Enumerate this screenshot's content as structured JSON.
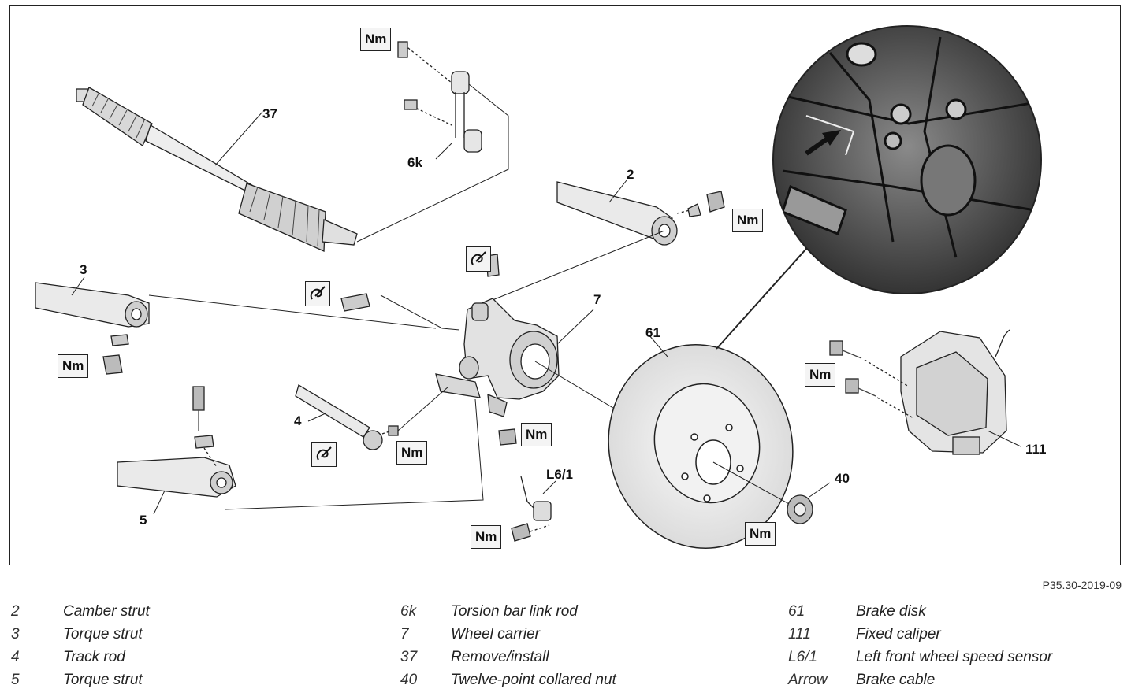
{
  "figure_id": "P35.30-2019-09",
  "torque_label": "Nm",
  "callouts": {
    "c2": "2",
    "c3": "3",
    "c4": "4",
    "c5": "5",
    "c6k": "6k",
    "c7": "7",
    "c37": "37",
    "c40": "40",
    "c61": "61",
    "c111": "111",
    "cL61": "L6/1"
  },
  "legend": {
    "col1": [
      {
        "num": "2",
        "text": "Camber strut"
      },
      {
        "num": "3",
        "text": "Torque strut"
      },
      {
        "num": "4",
        "text": "Track rod"
      },
      {
        "num": "5",
        "text": "Torque strut"
      }
    ],
    "col2": [
      {
        "num": "6k",
        "text": "Torsion bar link rod"
      },
      {
        "num": "7",
        "text": "Wheel carrier"
      },
      {
        "num": "37",
        "text": "Remove/install"
      },
      {
        "num": "40",
        "text": "Twelve-point collared nut"
      }
    ],
    "col3": [
      {
        "num": "61",
        "text": "Brake disk"
      },
      {
        "num": "111",
        "text": "Fixed caliper"
      },
      {
        "num": "L6/1",
        "text": "Left front wheel speed sensor"
      },
      {
        "num": "Arrow",
        "text": "Brake cable"
      }
    ]
  },
  "colors": {
    "line": "#222222",
    "part_fill": "#e8e8e8",
    "photo_dark": "#3a3a3a"
  },
  "icons": [
    "torque-wrench-icon",
    "self-locking-bolt-icon"
  ]
}
